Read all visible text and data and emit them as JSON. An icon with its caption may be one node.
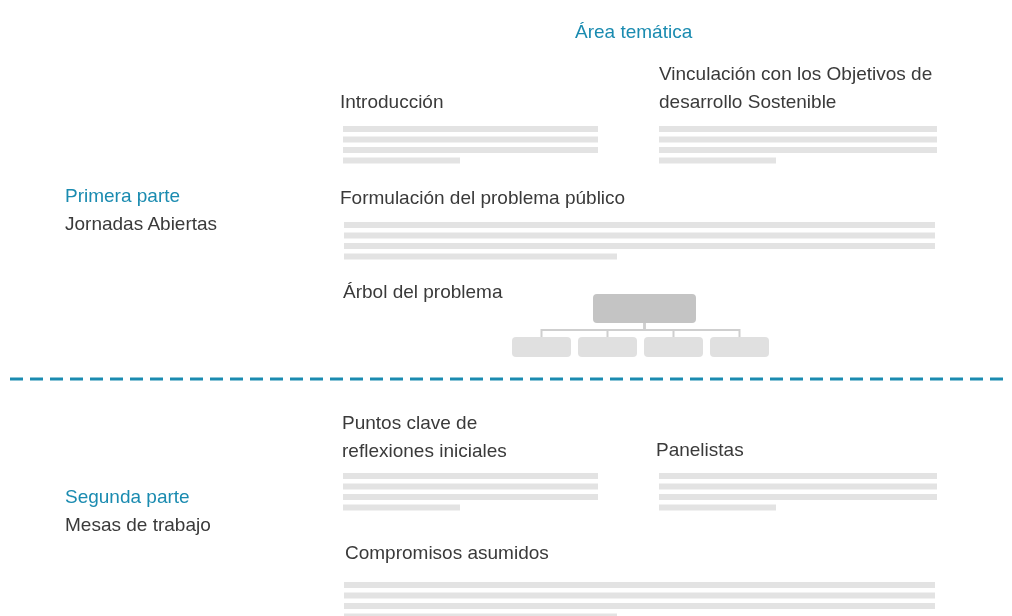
{
  "diagram": {
    "title": "Área temática",
    "nodes": [
      {
        "text": [],
        "shape": "box"
      },
      {
        "text": [],
        "shape": "box"
      },
      {
        "text": [],
        "shape": "box"
      },
      {
        "text": [],
        "shape": "box"
      },
      {
        "text": [],
        "shape": "box"
      }
    ],
    "edges": [
      {
        "from": 0,
        "to": 1,
        "arrow": "none"
      },
      {
        "from": 0,
        "to": 2,
        "arrow": "none"
      },
      {
        "from": 0,
        "to": 3,
        "arrow": "none"
      },
      {
        "from": 0,
        "to": 4,
        "arrow": "none"
      }
    ],
    "labels": [
      "Introducción",
      "Vinculación con los Objetivos de desarrollo Sostenible",
      "Primera parte",
      "Jornadas Abiertas",
      "Formulación del problema público",
      "Árbol del problema",
      "Puntos clave de reflexiones iniciales",
      "Panelistas",
      "Segunda parte",
      "Mesas de trabajo",
      "Compromisos asumidos"
    ]
  }
}
